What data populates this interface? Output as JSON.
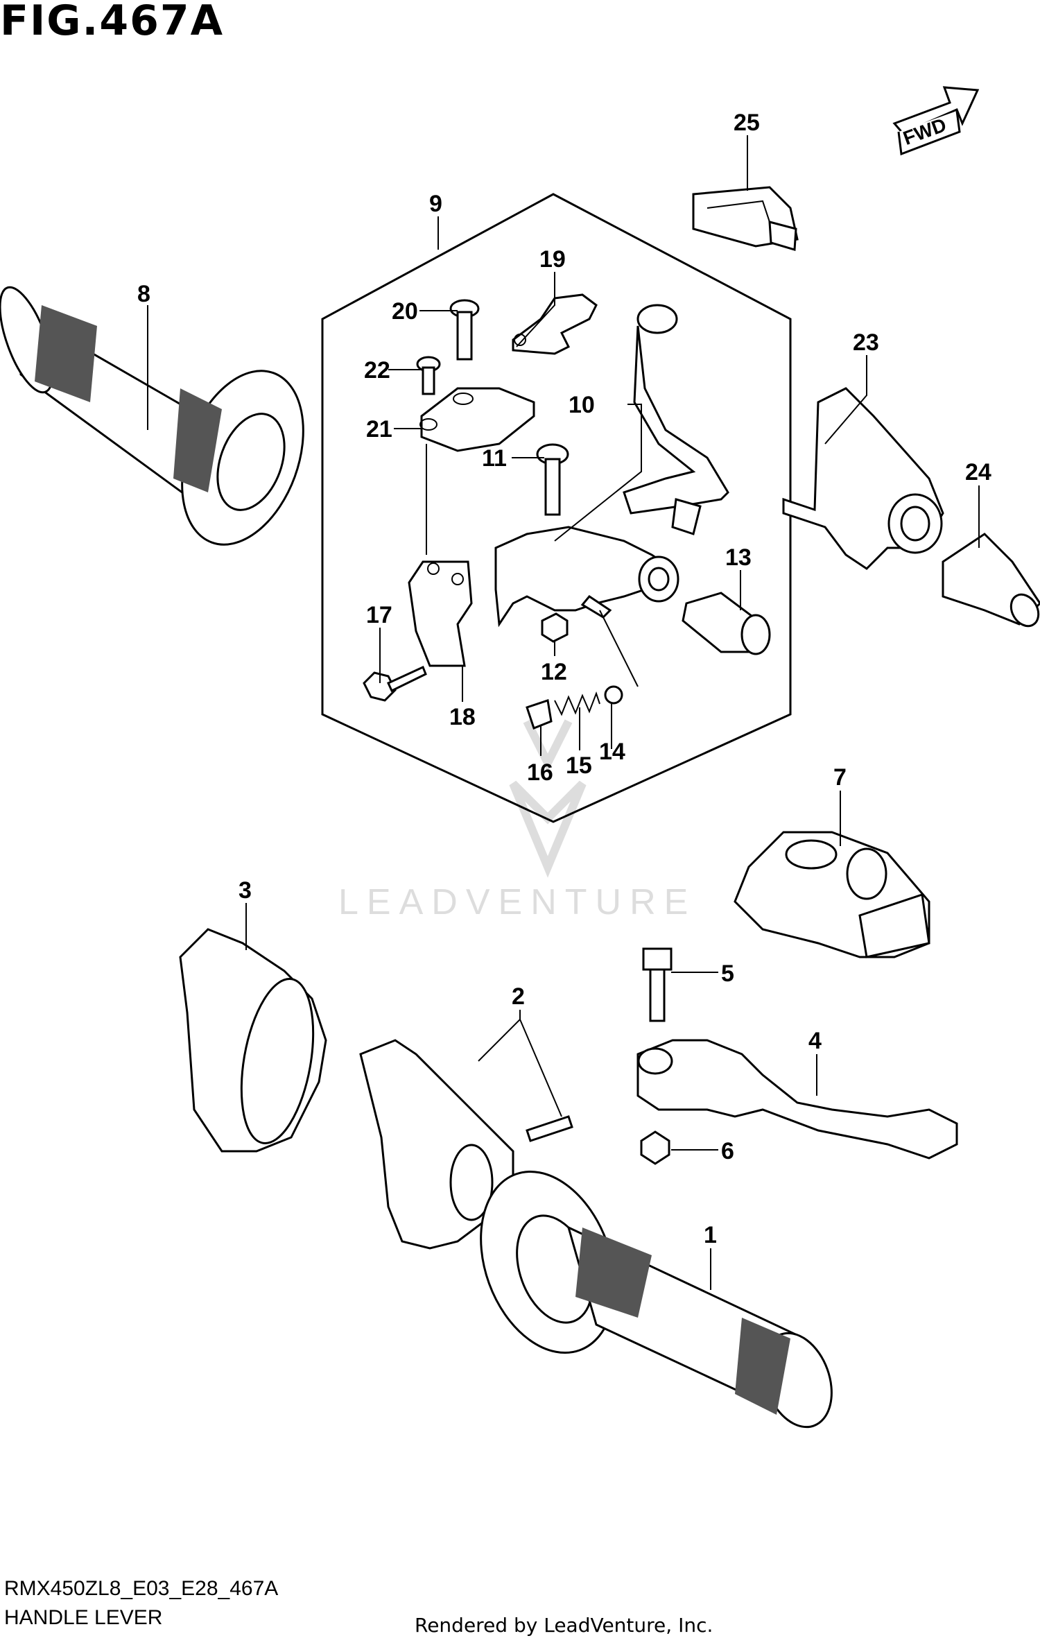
{
  "header": {
    "figure_title": "FIG.467A"
  },
  "fwd_label": "FWD",
  "watermark": {
    "text": "LEADVENTURE"
  },
  "callouts": {
    "c1": "1",
    "c2": "2",
    "c3": "3",
    "c4": "4",
    "c5": "5",
    "c6": "6",
    "c7": "7",
    "c8": "8",
    "c9": "9",
    "c10": "10",
    "c11": "11",
    "c12": "12",
    "c13": "13",
    "c14": "14",
    "c15": "15",
    "c16": "16",
    "c17": "17",
    "c18": "18",
    "c19": "19",
    "c20": "20",
    "c21": "21",
    "c22": "22",
    "c23": "23",
    "c24": "24",
    "c25": "25"
  },
  "footer": {
    "model_code": "RMX450ZL8_E03_E28_467A",
    "section_name": "HANDLE LEVER",
    "credit": "Rendered by LeadVenture, Inc."
  },
  "colors": {
    "line": "#000000",
    "background": "#ffffff",
    "watermark": "#dddddd"
  }
}
